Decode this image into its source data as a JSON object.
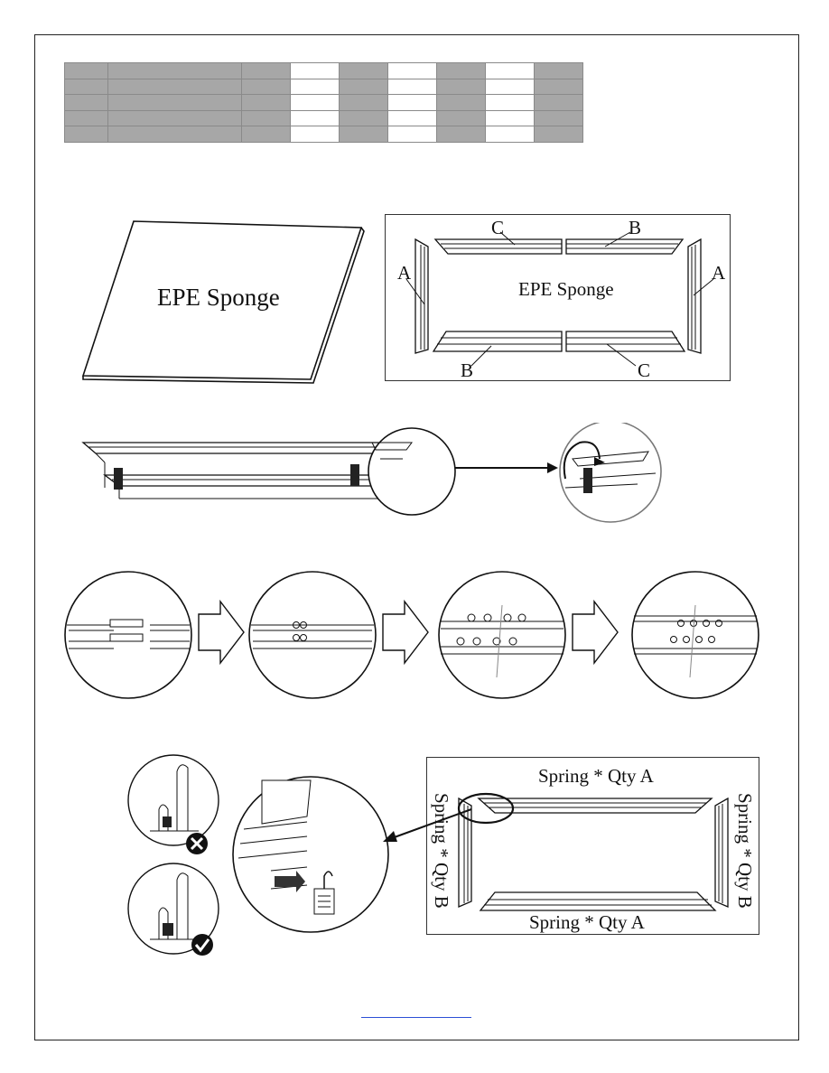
{
  "figure_epe_sheet": {
    "label": "EPE Sponge"
  },
  "figure_frame_layout": {
    "center_label": "EPE Sponge",
    "labels": {
      "top_left": "C",
      "top_right": "B",
      "left": "A",
      "right": "A",
      "bottom_left": "B",
      "bottom_right": "C"
    }
  },
  "figure_spring_layout": {
    "top": "Spring * Qty A",
    "bottom": "Spring * Qty A",
    "left": "Spring * Qty B",
    "right": "Spring * Qty B"
  },
  "footer": {
    "link_text": ""
  }
}
